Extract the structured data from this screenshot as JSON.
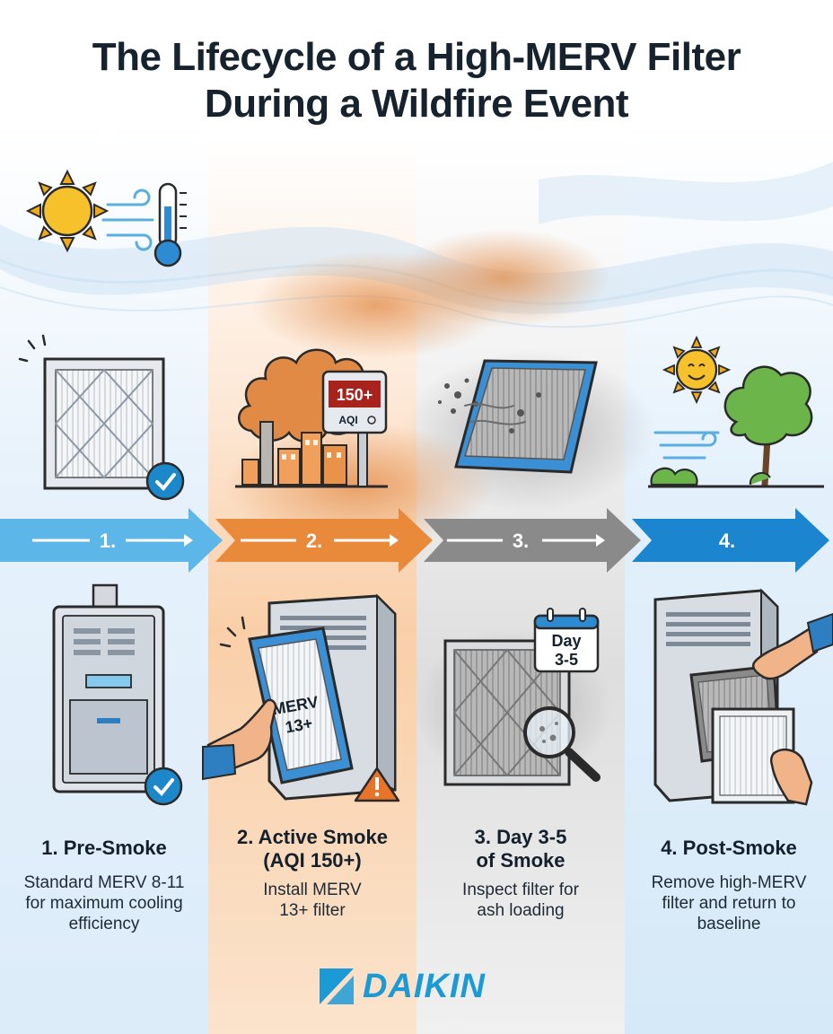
{
  "title": {
    "line1": "The Lifecycle of a High-MERV Filter",
    "line2": "During a Wildfire Event"
  },
  "steps": [
    {
      "number": "1.",
      "title": "1. Pre-Smoke",
      "title_line2": "",
      "desc": "Standard MERV 8-11 for maximum cooling efficiency"
    },
    {
      "number": "2.",
      "title": "2. Active Smoke",
      "title_line2": "(AQI 150+)",
      "desc": "Install MERV 13+ filter"
    },
    {
      "number": "3.",
      "title": "3. Day 3-5",
      "title_line2": "of Smoke",
      "desc": "Inspect filter for ash loading"
    },
    {
      "number": "4.",
      "title": "4. Post-Smoke",
      "title_line2": "",
      "desc": "Remove high-MERV filter and return to baseline"
    }
  ],
  "illustrations": {
    "aqi_sign_value": "150+",
    "aqi_sign_label": "AQI",
    "filter_label_line1": "MERV",
    "filter_label_line2": "13+",
    "calendar_line1": "Day",
    "calendar_line2": "3-5"
  },
  "icons": [
    "sun-icon",
    "wind-icon",
    "thermometer-icon",
    "check-icon",
    "smoke-cloud-icon",
    "city-icon",
    "aqi-sign-icon",
    "dirty-filter-icon",
    "smiling-sun-icon",
    "tree-icon",
    "furnace-icon",
    "air-handler-icon",
    "warning-icon",
    "calendar-icon",
    "magnifier-icon",
    "hand-icon"
  ],
  "colors": {
    "arrow1": "#5cb6e8",
    "arrow2": "#e98a3a",
    "arrow3": "#8a8a8a",
    "arrow4": "#1b86cf",
    "check": "#1c88c9",
    "smoke": "#e08a45",
    "brand": "#1c9ad6"
  },
  "brand": {
    "name": "DAIKIN"
  }
}
